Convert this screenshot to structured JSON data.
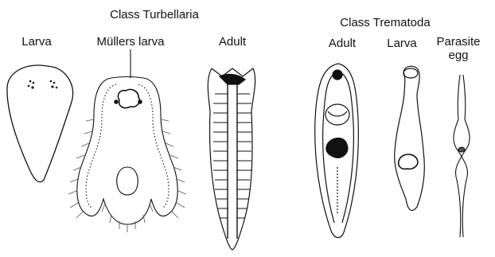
{
  "groups": [
    {
      "title": "Class Turbellaria",
      "panels": [
        "Larva",
        "Müllers larva",
        "Adult"
      ]
    },
    {
      "title": "Class Trematoda",
      "panels": [
        "Adult",
        "Larva",
        "Parasite egg"
      ]
    }
  ],
  "colors": {
    "ink": "#111111",
    "paper": "#ffffff",
    "shade": "#555555"
  }
}
